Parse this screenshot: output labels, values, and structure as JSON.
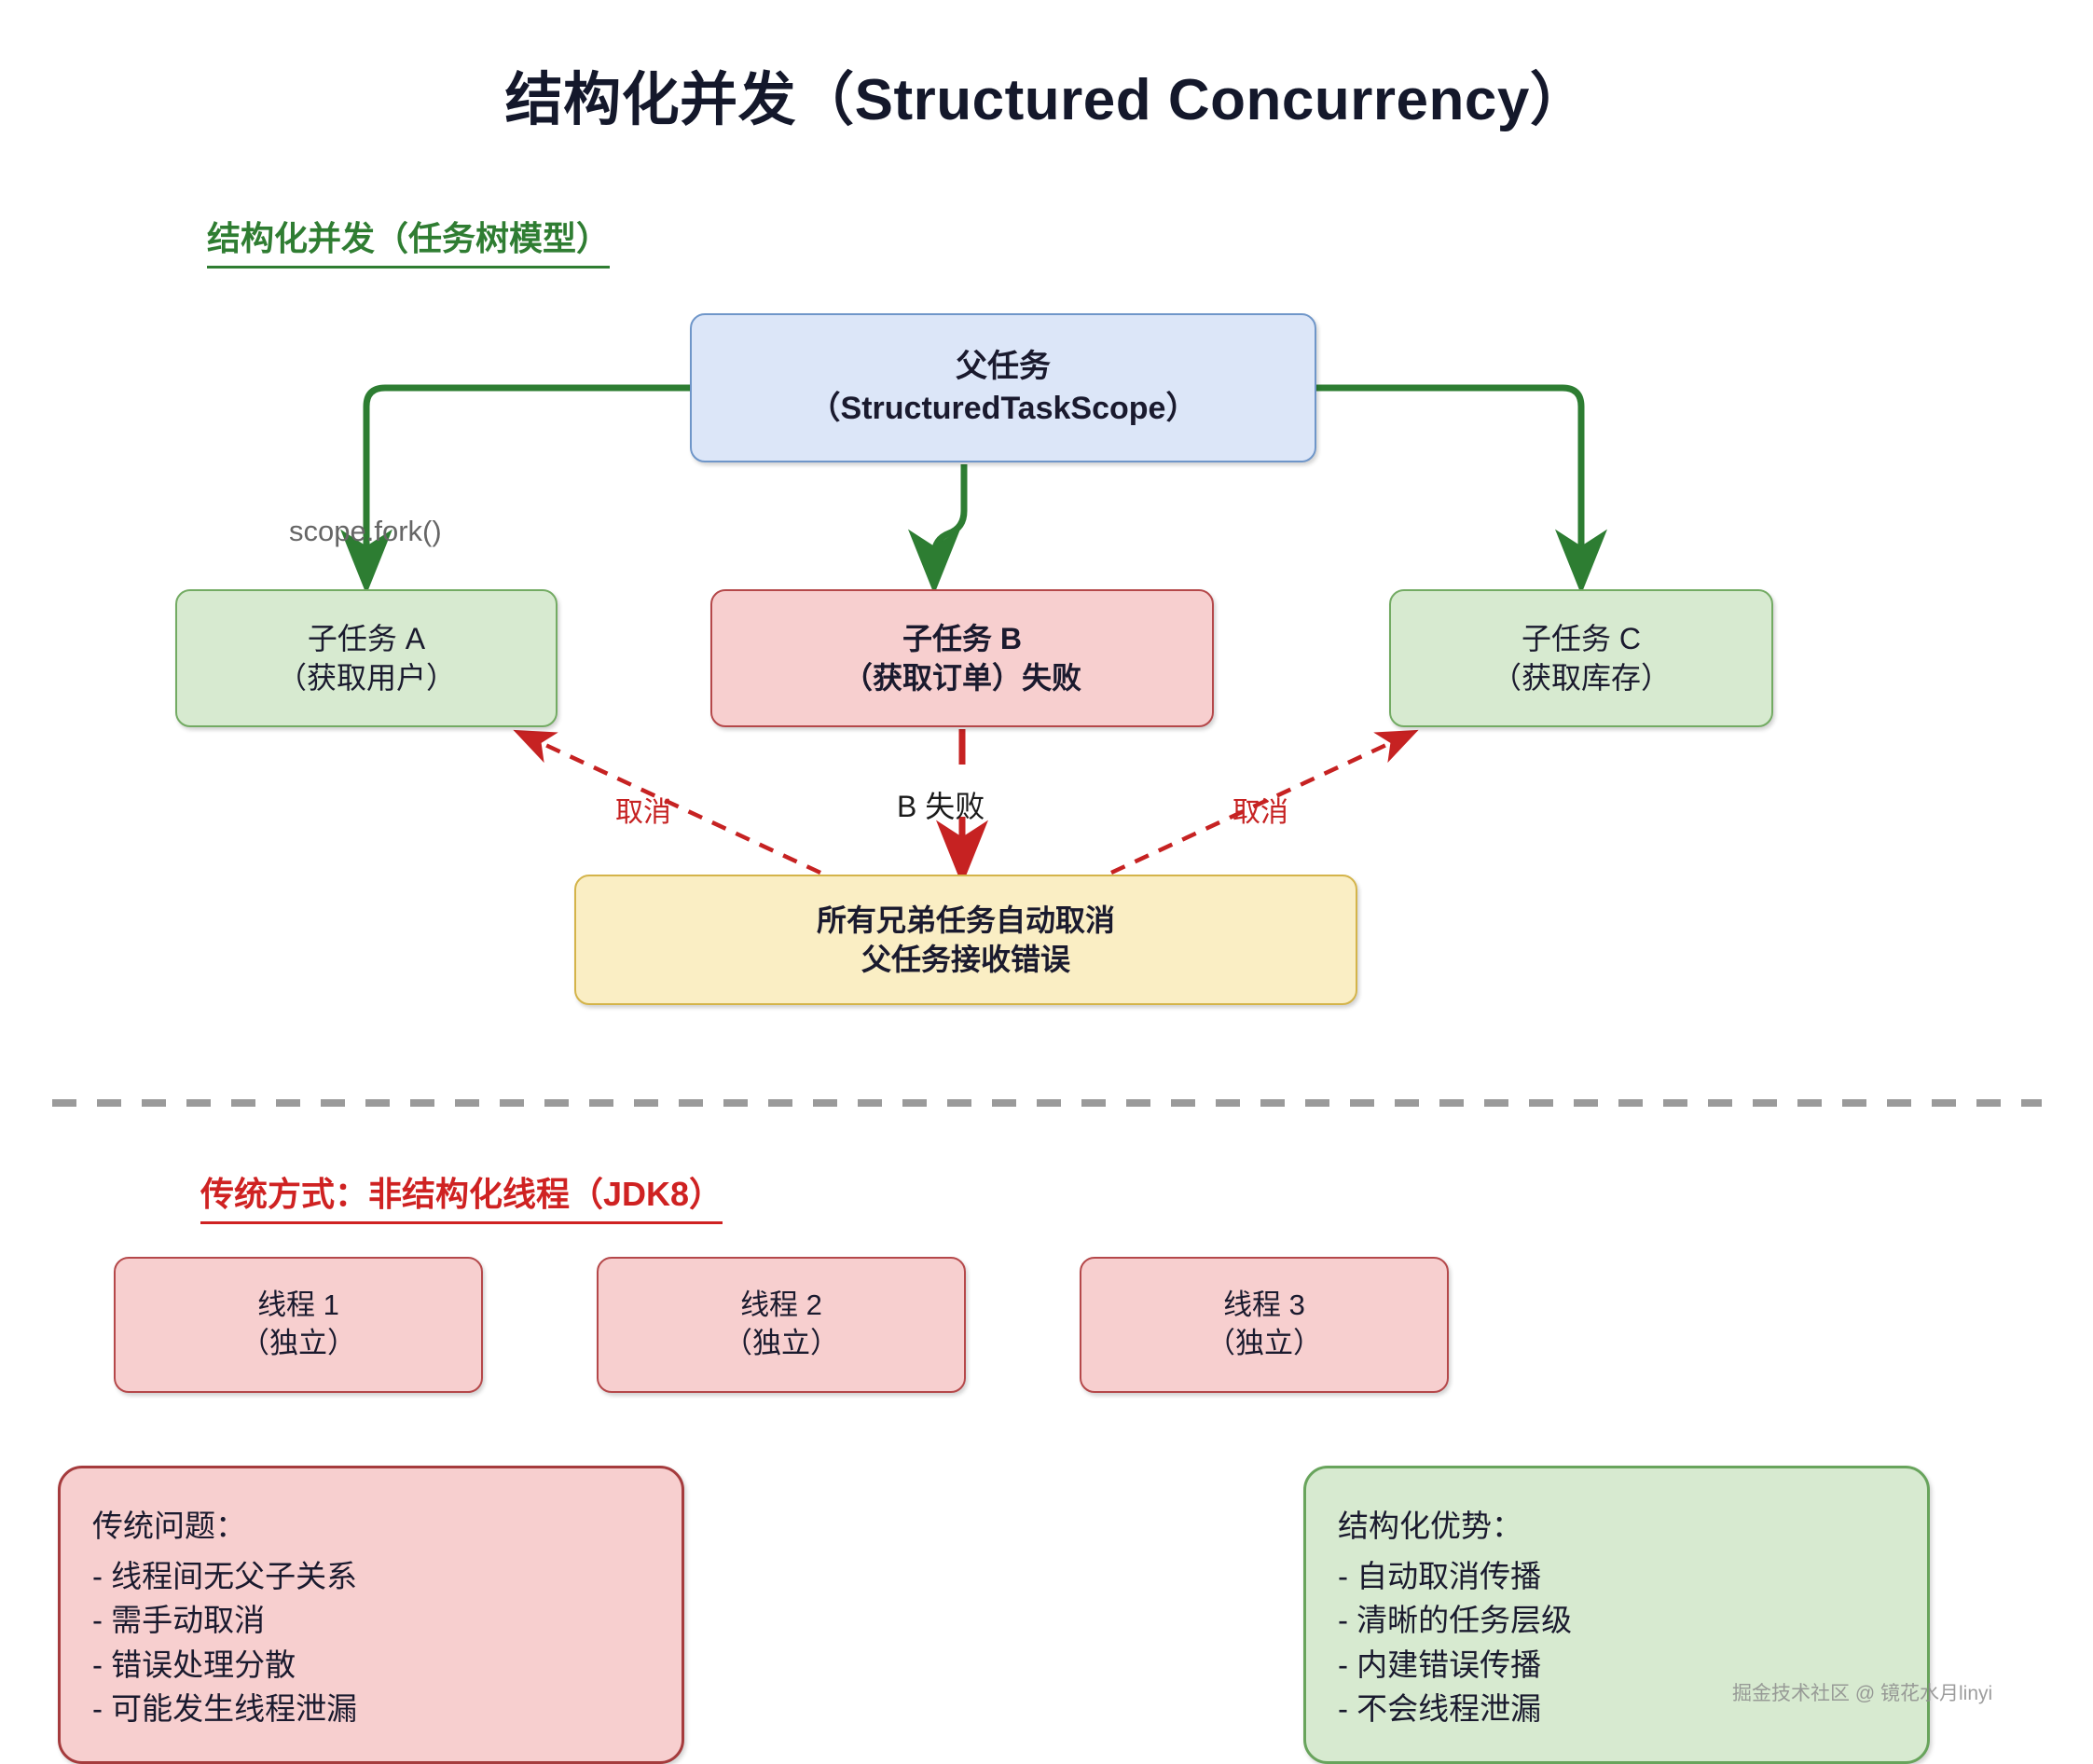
{
  "page": {
    "title": "结构化并发（Structured Concurrency）",
    "watermark": "掘金技术社区 @ 镜花水月linyi"
  },
  "sections": {
    "structured": {
      "heading": "结构化并发（任务树模型）",
      "accent_color": "#2f7d32"
    },
    "legacy": {
      "heading": "传统方式：非结构化线程（JDK8）",
      "accent_color": "#cf2222"
    }
  },
  "task_tree": {
    "parent": {
      "line1": "父任务",
      "line2": "（StructuredTaskScope）",
      "fill": "#dce6f8",
      "stroke": "#6f96c9"
    },
    "children": [
      {
        "line1": "子任务 A",
        "line2": "（获取用户）",
        "status": "ok",
        "fill": "#d7ead0",
        "stroke": "#73ab63"
      },
      {
        "line1": "子任务 B",
        "line2": "（获取订单）失败",
        "status": "failed",
        "fill": "#f7cfcf",
        "stroke": "#b5484a"
      },
      {
        "line1": "子任务 C",
        "line2": "（获取库存）",
        "status": "ok",
        "fill": "#d7ead0",
        "stroke": "#73ab63"
      }
    ],
    "result": {
      "line1": "所有兄弟任务自动取消",
      "line2": "父任务接收错误",
      "fill": "#faeec4",
      "stroke": "#d4b44a"
    },
    "edges": {
      "fork_label": "scope.fork()",
      "fork_label_color": "#666666",
      "fail_label": "B 失败",
      "fail_label_color": "#1a1a1a",
      "cancel_label_left": "取消",
      "cancel_label_right": "取消",
      "cancel_label_color": "#c62222",
      "fork_edge_color": "#2d7d32",
      "cancel_edge_color": "#c62222"
    }
  },
  "legacy_threads": [
    {
      "line1": "线程 1",
      "line2": "（独立）"
    },
    {
      "line1": "线程 2",
      "line2": "（独立）"
    },
    {
      "line1": "线程 3",
      "line2": "（独立）"
    }
  ],
  "comparison": {
    "problems": {
      "title": "传统问题：",
      "items": [
        "- 线程间无父子关系",
        "- 需手动取消",
        "- 错误处理分散",
        "- 可能发生线程泄漏"
      ],
      "fill": "#f7cfcf",
      "stroke": "#a53b3d"
    },
    "advantages": {
      "title": "结构化优势：",
      "items": [
        "- 自动取消传播",
        "- 清晰的任务层级",
        "- 内建错误传播",
        "- 不会线程泄漏"
      ],
      "fill": "#d7ead0",
      "stroke": "#68a45c"
    }
  },
  "divider": {
    "style": "dashed",
    "color": "#9a9a9a"
  }
}
